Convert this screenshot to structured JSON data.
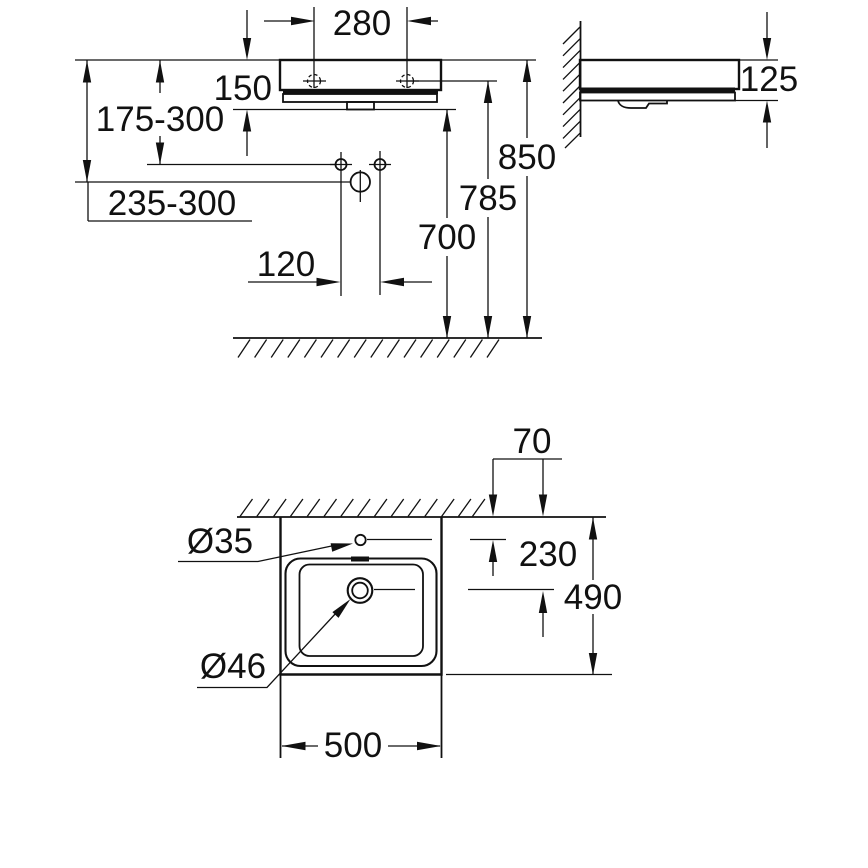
{
  "drawing": {
    "description": "technical-dimension-drawing of wall-mounted washbasin, three views",
    "colors": {
      "line": "#111111",
      "background": "#ffffff"
    },
    "front_view": {
      "dim_280": "280",
      "dim_150": "150",
      "dim_175_300": "175-300",
      "dim_235_300": "235-300",
      "dim_120": "120",
      "dim_700": "700",
      "dim_785": "785",
      "dim_850": "850"
    },
    "side_view": {
      "dim_125": "125"
    },
    "plan_view": {
      "dim_70": "70",
      "dim_230": "230",
      "dim_490": "490",
      "dim_500": "500",
      "dia_35": "Ø35",
      "dia_46": "Ø46"
    }
  }
}
